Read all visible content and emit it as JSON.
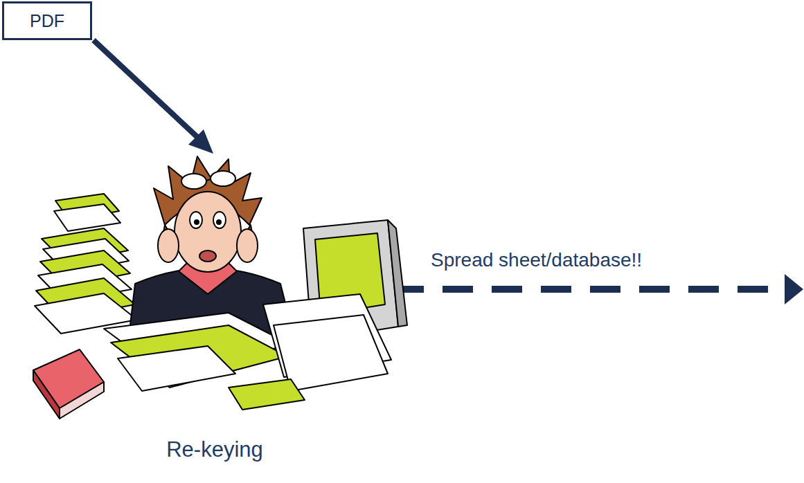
{
  "diagram": {
    "nodes": [
      {
        "text": [
          "PDF"
        ]
      }
    ],
    "labels": [
      "Spread sheet/database!!",
      "Re-keying"
    ]
  }
}
